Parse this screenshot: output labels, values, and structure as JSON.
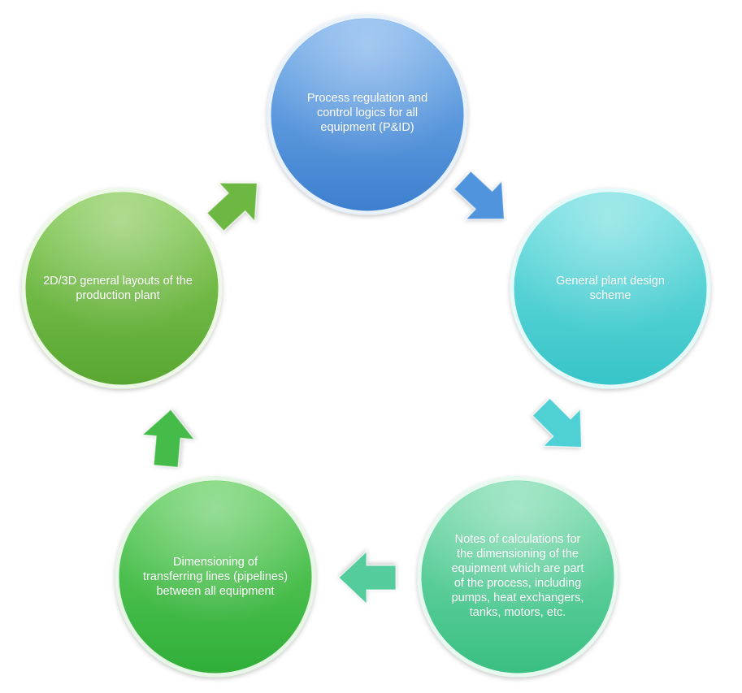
{
  "cycle": {
    "nodes": [
      {
        "label": "Process regulation and control logics for all equipment (P&ID)",
        "color_light": "#7db3ec",
        "color_dark": "#3c7fcf",
        "rim": "#e9f2fb"
      },
      {
        "label": "General plant design scheme",
        "color_light": "#76e0e2",
        "color_dark": "#36c4c8",
        "rim": "#e7fafa"
      },
      {
        "label": "Notes of calculations for the dimensioning of the equipment which are part of the process, including pumps, heat exchangers, tanks, motors, etc.",
        "color_light": "#7edcb0",
        "color_dark": "#38bf82",
        "rim": "#e8f9f0"
      },
      {
        "label": "Dimensioning of transferring lines (pipelines) between all equipment",
        "color_light": "#68d064",
        "color_dark": "#2fae38",
        "rim": "#e6f7e5"
      },
      {
        "label": "2D/3D general layouts of the production plant",
        "color_light": "#8acd5c",
        "color_dark": "#58a631",
        "rim": "#eef8e6"
      }
    ],
    "arrows": [
      {
        "from": "2D/3D general layouts",
        "to": "Process regulation",
        "color": "#6cb843"
      },
      {
        "from": "Process regulation",
        "to": "General plant design",
        "color": "#4f94dc"
      },
      {
        "from": "General plant design",
        "to": "Notes of calculations",
        "color": "#4fd0d4"
      },
      {
        "from": "Notes of calculations",
        "to": "Dimensioning of transferring lines",
        "color": "#55cc9c"
      },
      {
        "from": "Dimensioning of transferring lines",
        "to": "2D/3D general layouts",
        "color": "#45bb4a"
      }
    ]
  }
}
